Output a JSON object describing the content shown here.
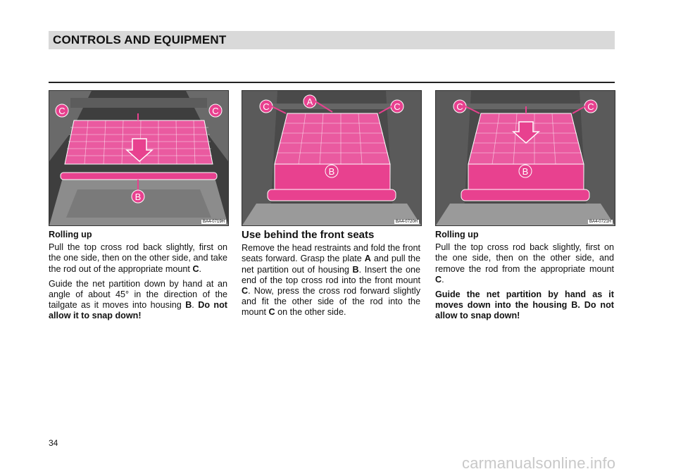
{
  "header": {
    "title": "CONTROLS AND EQUIPMENT"
  },
  "figures": [
    {
      "code": "BA4-0719H",
      "labels": {
        "c1": "C",
        "c2": "C",
        "b": "B"
      }
    },
    {
      "code": "BA4-0720H",
      "labels": {
        "a": "A",
        "c1": "C",
        "c2": "C",
        "b": "B"
      }
    },
    {
      "code": "BA4-0721H",
      "labels": {
        "c1": "C",
        "c2": "C",
        "b": "B"
      }
    }
  ],
  "col1": {
    "subhead": "Rolling up",
    "p1": {
      "pre": "Pull the top cross rod back slightly, first on the one side, then on the other side, and take the rod out of the appropriate mount ",
      "ref": "C",
      "post": "."
    },
    "p2": {
      "pre": "Guide the net partition down by hand at an angle of about 45° in the direction of the tailgate as it moves into housing ",
      "ref": "B",
      "mid": ". ",
      "bold": "Do not allow it to snap down!"
    }
  },
  "col2": {
    "title": "Use behind the front seats",
    "p1": {
      "t1": "Remove the head restraints and fold the front seats forward. Grasp the plate ",
      "r1": "A",
      "t2": " and pull the net partition out of housing ",
      "r2": "B",
      "t3": ". Insert the one end of the top cross rod into the front mount ",
      "r3": "C",
      "t4": ". Now, press the cross rod forward slightly and fit the other side of the rod into the mount ",
      "r4": "C",
      "t5": " on the other side."
    }
  },
  "col3": {
    "subhead": "Rolling up",
    "p1": {
      "pre": "Pull the top cross rod back slightly, first on the one side, then on the other side, and remove the rod from the appropriate mount ",
      "ref": "C",
      "post": "."
    },
    "p2": {
      "bold": "Guide the net partition by hand as it moves down into the housing B. Do not allow to snap down!"
    }
  },
  "page_number": "34",
  "watermark": "carmanualsonline.info",
  "colors": {
    "accent_pink": "#e8418f",
    "header_grey": "#d9d9d9"
  }
}
